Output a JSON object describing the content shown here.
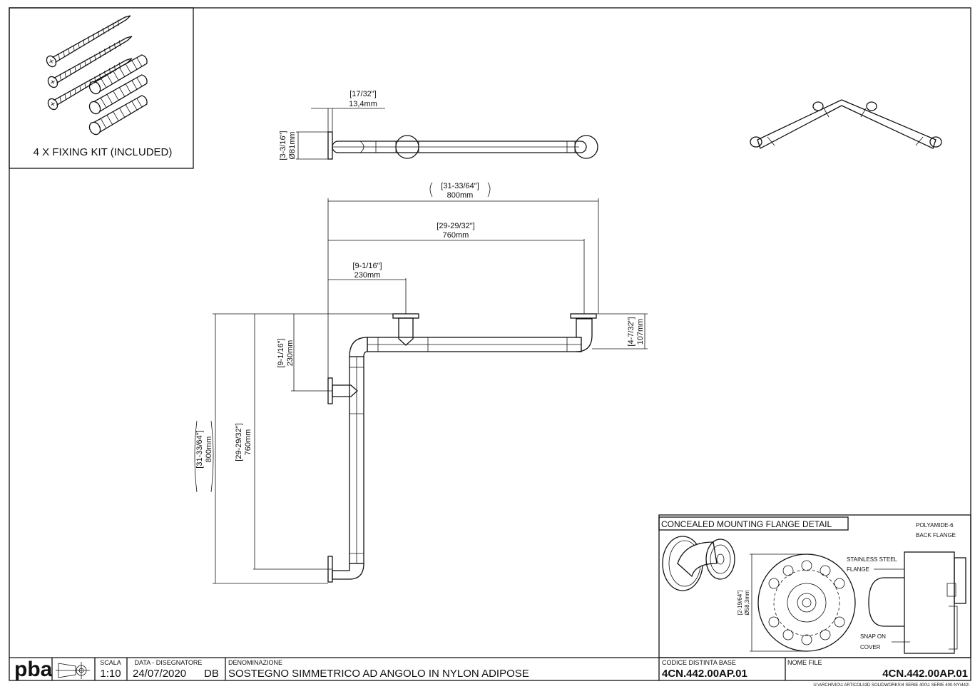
{
  "fixing_kit": {
    "caption": "4 X FIXING KIT (INCLUDED)"
  },
  "top_view": {
    "flange_thk_in": "[17/32\"]",
    "flange_thk_mm": "13,4mm",
    "flange_dia_in": "[3-3/16\"]",
    "flange_dia_mm": "Ø81mm"
  },
  "dims": {
    "overall_in": "[31-33/64\"]",
    "overall_mm": "800mm",
    "inner_in": "[29-29/32\"]",
    "inner_mm": "760mm",
    "support_in": "[9-1/16\"]",
    "support_mm": "230mm",
    "depth_in": "[4-7/32\"]",
    "depth_mm": "107mm"
  },
  "flange_detail": {
    "title": "CONCEALED MOUNTING FLANGE DETAIL",
    "dia_in": "[2-19/64\"]",
    "dia_mm": "Ø58,3mm",
    "label_back_1": "POLYAMIDE-6",
    "label_back_2": "BACK FLANGE",
    "label_steel_1": "STAINLESS STEEL",
    "label_steel_2": "FLANGE",
    "label_cover_1": "SNAP ON",
    "label_cover_2": "COVER"
  },
  "title_block": {
    "logo": "pba",
    "scale_label": "SCALA",
    "scale_value": "1:10",
    "date_label": "DATA - DISEGNATORE",
    "date_value": "24/07/2020",
    "designer": "DB",
    "name_label": "DENOMINAZIONE",
    "name_value": "SOSTEGNO SIMMETRICO AD ANGOLO IN NYLON ADIPOSE",
    "code_label": "CODICE DISTINTA BASE",
    "code_value": "4CN.442.00AP.01",
    "file_label": "NOME FILE",
    "file_value": "4CN.442.00AP.01",
    "file_path": "U:\\ARCHIVIO\\1 ARTICOLI\\3D SOLIDWORKS\\4 SERIE 400\\1 SERIE 400-NY\\442\\"
  }
}
